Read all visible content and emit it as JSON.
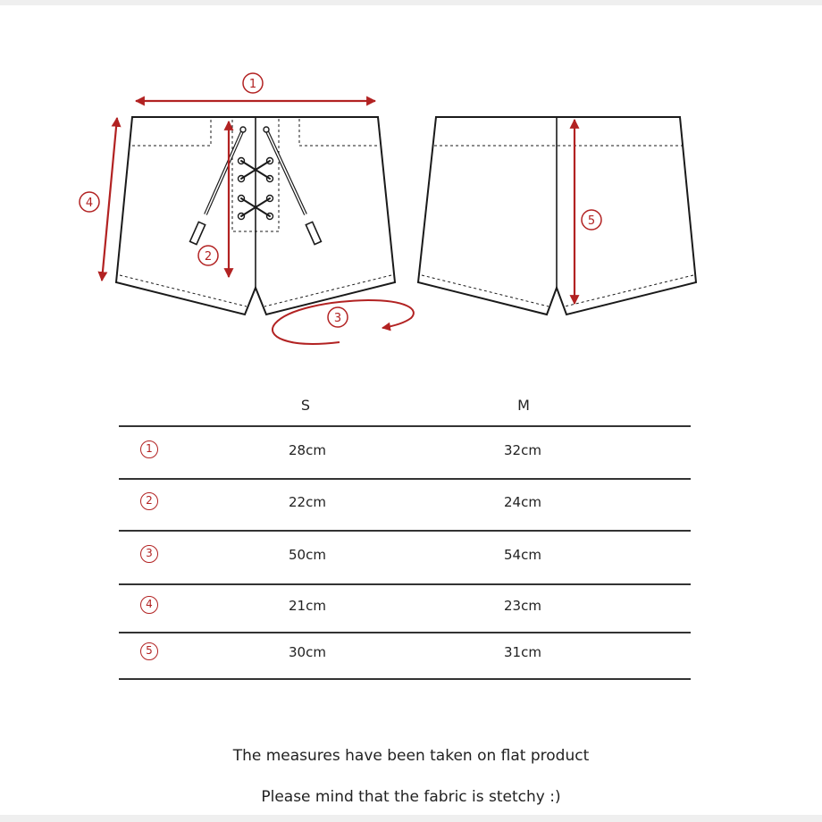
{
  "diagram": {
    "markers": [
      "1",
      "2",
      "3",
      "4",
      "5"
    ],
    "accent_color": "#b22222",
    "line_color": "#1a1a1a"
  },
  "table": {
    "headers": [
      "S",
      "M"
    ],
    "rows": [
      {
        "num": "1",
        "s": "28cm",
        "m": "32cm"
      },
      {
        "num": "2",
        "s": "22cm",
        "m": "24cm"
      },
      {
        "num": "3",
        "s": "50cm",
        "m": "54cm"
      },
      {
        "num": "4",
        "s": "21cm",
        "m": "23cm"
      },
      {
        "num": "5",
        "s": "30cm",
        "m": "31cm"
      }
    ]
  },
  "notes": [
    "The measures have been taken on flat product",
    "Please mind that the fabric is stetchy :)"
  ]
}
